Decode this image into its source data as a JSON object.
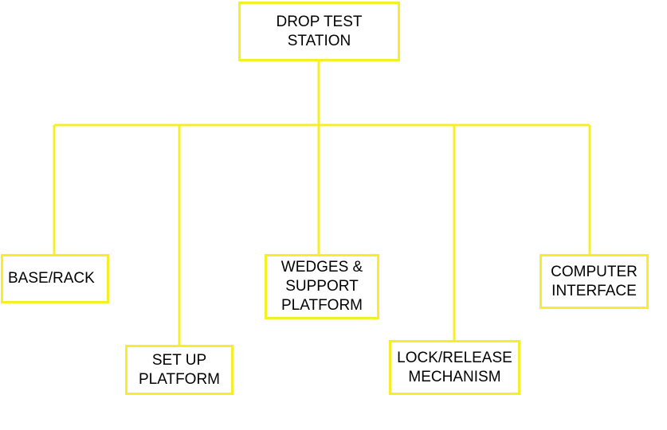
{
  "colors": {
    "connector": "#f5ef2a",
    "box_border": "#f5ef2a",
    "text": "#000000",
    "background": "#ffffff"
  },
  "root": {
    "label": "DROP TEST\nSTATION"
  },
  "children": [
    {
      "id": "base-rack",
      "label": "BASE/RACK"
    },
    {
      "id": "set-up-platform",
      "label": "SET UP\nPLATFORM"
    },
    {
      "id": "wedges-support-platform",
      "label": "WEDGES &\nSUPPORT\nPLATFORM"
    },
    {
      "id": "lock-release-mechanism",
      "label": "LOCK/RELEASE\nMECHANISM"
    },
    {
      "id": "computer-interface",
      "label": "COMPUTER\nINTERFACE"
    }
  ]
}
